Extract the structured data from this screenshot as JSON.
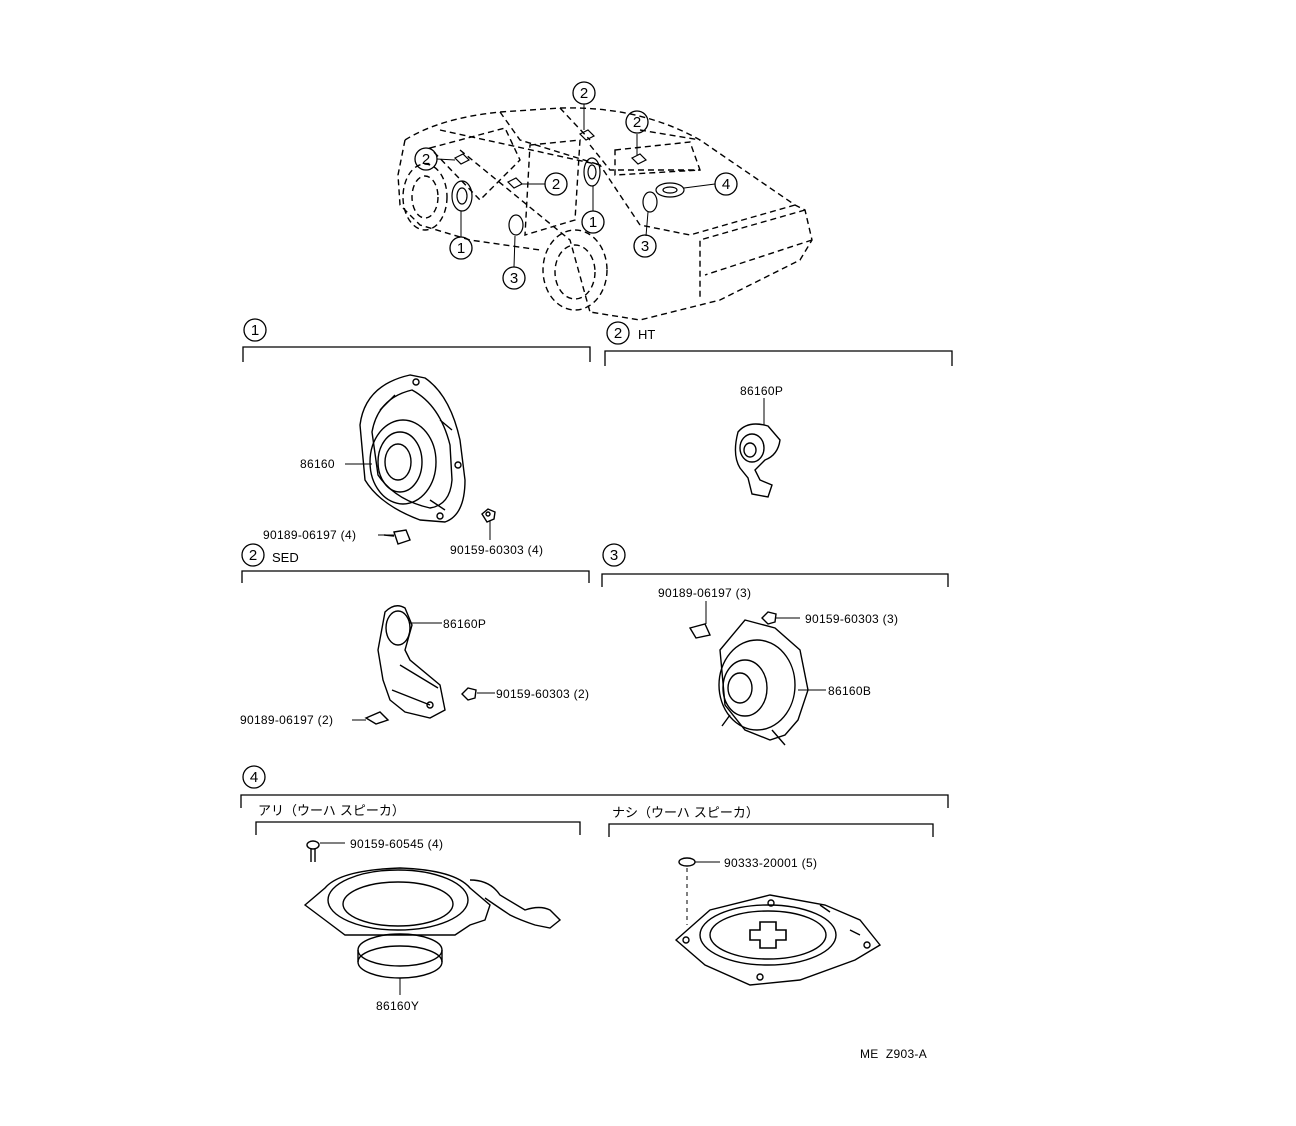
{
  "markers": {
    "m1": "1",
    "m2": "2",
    "m3": "3",
    "m4": "4"
  },
  "sections": {
    "s1": {
      "number": "1",
      "parts": {
        "speaker": "86160",
        "screw": "90189-06197 (4)",
        "nut": "90159-60303 (4)"
      }
    },
    "s2ht": {
      "number": "2",
      "variant": "HT",
      "parts": {
        "tweeter": "86160P"
      }
    },
    "s2sed": {
      "number": "2",
      "variant": "SED",
      "parts": {
        "tweeter": "86160P",
        "nut": "90159-60303 (2)",
        "screw": "90189-06197 (2)"
      }
    },
    "s3": {
      "number": "3",
      "parts": {
        "screw": "90189-06197 (3)",
        "nut": "90159-60303 (3)",
        "speaker": "86160B"
      }
    },
    "s4": {
      "number": "4",
      "with": {
        "heading": "アリ（ウーハ スピーカ）",
        "parts": {
          "bolt": "90159-60545 (4)",
          "woofer": "86160Y"
        }
      },
      "without": {
        "heading": "ナシ（ウーハ スピーカ）",
        "parts": {
          "clip": "90333-20001 (5)"
        }
      }
    }
  },
  "footer": {
    "code": "ME  Z903-A"
  }
}
